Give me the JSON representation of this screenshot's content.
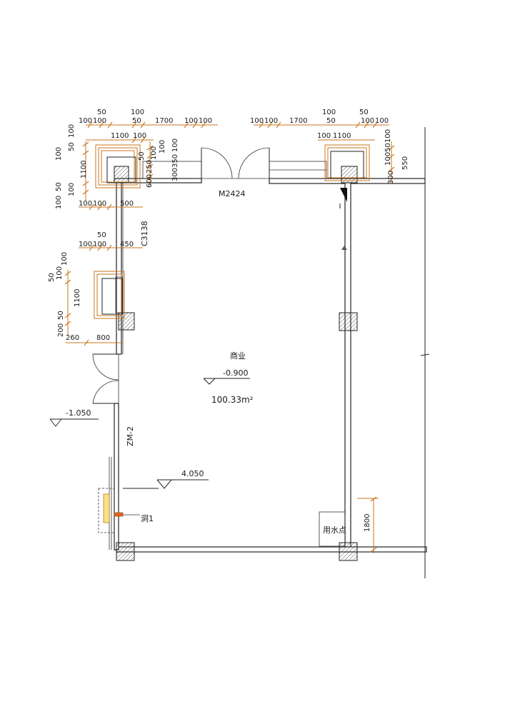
{
  "room": {
    "name": "商业",
    "level": "-0.900",
    "area": "100.33m²"
  },
  "levels": {
    "outside": "-1.050",
    "upper": "4.050"
  },
  "tags": {
    "door_top": "M2424",
    "window_left": "C3138",
    "door_left": "ZM-2",
    "opening": "洞1",
    "water": "用水点"
  },
  "dims": {
    "top_left": {
      "r1": [
        "50",
        "100"
      ],
      "r2": [
        "100",
        "100",
        "50",
        "1700",
        "100",
        "100"
      ],
      "r3": [
        "1100",
        "100"
      ],
      "r4": [
        "50",
        "100"
      ],
      "r5": [
        "250",
        "600",
        "100",
        "300",
        "100",
        "350"
      ]
    },
    "top_right": {
      "r1": [
        "100",
        "50"
      ],
      "r2": [
        "100",
        "100",
        "1700",
        "50",
        "100",
        "100"
      ],
      "r3": [
        "100",
        "1100",
        "100"
      ],
      "r4": [
        "50",
        "100",
        "550",
        "300"
      ]
    },
    "left_column": {
      "a": [
        "100",
        "50",
        "100"
      ],
      "b": [
        "1100"
      ],
      "c": [
        "50",
        "100",
        "100"
      ],
      "d": [
        "100",
        "100",
        "500"
      ],
      "e": [
        "50",
        "100",
        "100",
        "450"
      ],
      "f": [
        "50",
        "100",
        "100"
      ],
      "g": [
        "1100"
      ],
      "h": [
        "200",
        "50"
      ],
      "i": [
        "260",
        "800"
      ]
    },
    "right_side": {
      "h": "1800"
    }
  },
  "colors": {
    "dimension": "#c8751c",
    "wall": "#222222"
  }
}
